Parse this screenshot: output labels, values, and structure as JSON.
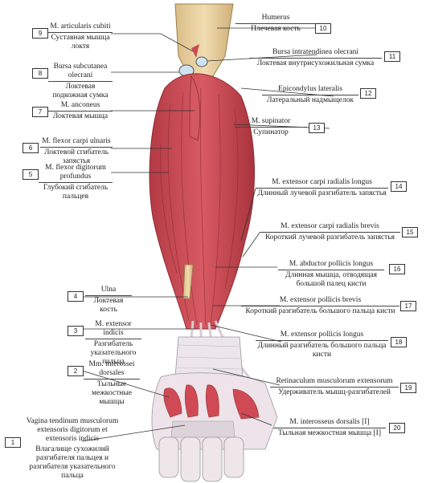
{
  "labels": [
    {
      "n": "9",
      "lat": "M. articularis cubiti",
      "ru": "Суставная мышца локтя"
    },
    {
      "n": "8",
      "lat": "Bursa subcutanea olecrani",
      "ru": "Локтевая подкожная сумка"
    },
    {
      "n": "7",
      "lat": "M. anconeus",
      "ru": "Локтевая мышца"
    },
    {
      "n": "6",
      "lat": "M. flexor carpi ulnaris",
      "ru": "Локтевой сгибатель запястья"
    },
    {
      "n": "5",
      "lat": "M. flexor digitorum profundus",
      "ru": "Глубокий сгибатель пальцев"
    },
    {
      "n": "4",
      "lat": "Ulna",
      "ru": "Локтевая кость"
    },
    {
      "n": "3",
      "lat": "M. extensor indicis",
      "ru": "Разгибатель указательного пальца"
    },
    {
      "n": "2",
      "lat": "Mm. interossei dorsales",
      "ru": "Тыльные межкостные мышцы"
    },
    {
      "n": "1",
      "lat": "Vagina tendinum musculorum extensoris digitorum et extensoris indicis",
      "ru": "Влагалище сухожилий разгибателя пальцев и разгибателя указательного пальца"
    },
    {
      "n": "10",
      "lat": "Humerus",
      "ru": "Плечевая кость"
    },
    {
      "n": "11",
      "lat": "Bursa intratendinea olecrani",
      "ru": "Локтевая внутрисухожильная сумка"
    },
    {
      "n": "12",
      "lat": "Epicondylus lateralis",
      "ru": "Латеральный надмыщелок"
    },
    {
      "n": "13",
      "lat": "M. supinator",
      "ru": "Супинатор"
    },
    {
      "n": "14",
      "lat": "M. extensor carpi radialis longus",
      "ru": "Длинный лучевой разгибатель запястья"
    },
    {
      "n": "15",
      "lat": "M. extensor carpi radialis brevis",
      "ru": "Короткий лучевой разгибатель запястья"
    },
    {
      "n": "16",
      "lat": "M. abductor pollicis longus",
      "ru": "Длинная мышца, отводящая большой палец кисти"
    },
    {
      "n": "17",
      "lat": "M. extensor pollicis brevis",
      "ru": "Короткий разгибатель большого пальца кисти"
    },
    {
      "n": "18",
      "lat": "M. extensor pollicis longus",
      "ru": "Длинный разгибатель большого пальца кисти"
    },
    {
      "n": "19",
      "lat": "Retinaculum musculorum extensorum",
      "ru": "Удерживатель мышц-разгибателей"
    },
    {
      "n": "20",
      "lat": "M. interosseus dorsalis [I]",
      "ru": "Тыльная межкостная мышца [I]"
    }
  ],
  "colors": {
    "muscle": "#c9464f",
    "muscle_dark": "#a3323a",
    "bone": "#e6cf9f",
    "tendon": "#e9e2e6",
    "line": "#333333"
  }
}
